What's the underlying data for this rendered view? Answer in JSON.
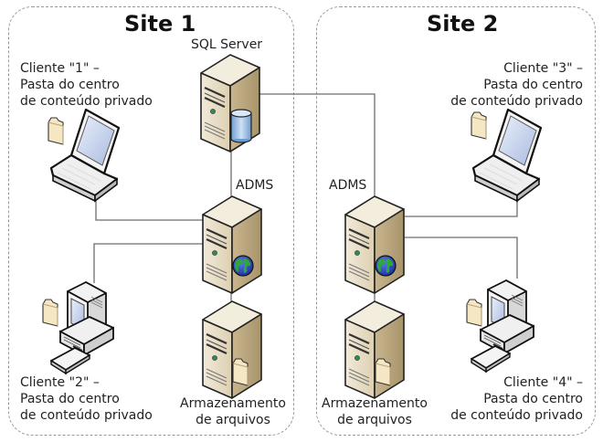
{
  "sites": [
    {
      "id": "site1",
      "title": "Site 1"
    },
    {
      "id": "site2",
      "title": "Site 2"
    }
  ],
  "nodes": {
    "sql_server": {
      "label": "SQL Server",
      "icon": "server-database-icon"
    },
    "adms1": {
      "label": "ADMS",
      "icon": "server-globe-icon"
    },
    "adms2": {
      "label": "ADMS",
      "icon": "server-globe-icon"
    },
    "storage1": {
      "label_line1": "Armazenamento",
      "label_line2": "de arquivos",
      "icon": "server-folder-icon"
    },
    "storage2": {
      "label_line1": "Armazenamento",
      "label_line2": "de arquivos",
      "icon": "server-folder-icon"
    },
    "client1": {
      "line1": "Cliente \"1\" –",
      "line2": "Pasta do centro",
      "line3": "de conteúdo privado",
      "icon": "laptop-icon"
    },
    "client2": {
      "line1": "Cliente \"2\" –",
      "line2": "Pasta do centro",
      "line3": "de conteúdo privado",
      "icon": "desktop-icon"
    },
    "client3": {
      "line1": "Cliente \"3\" –",
      "line2": "Pasta do centro",
      "line3": "de conteúdo privado",
      "icon": "laptop-icon"
    },
    "client4": {
      "line1": "Cliente \"4\" –",
      "line2": "Pasta do centro",
      "line3": "de conteúdo privado",
      "icon": "desktop-icon"
    }
  },
  "colors": {
    "server_body": "#e6dcc4",
    "server_side": "#b9a57e",
    "folder": "#f5e6c4",
    "link": "#6e6e6e",
    "border": "#9a9a9a",
    "globe_ocean": "#2a48c8",
    "globe_land": "#2fa83a",
    "db_blue": "#8fb8e0"
  }
}
